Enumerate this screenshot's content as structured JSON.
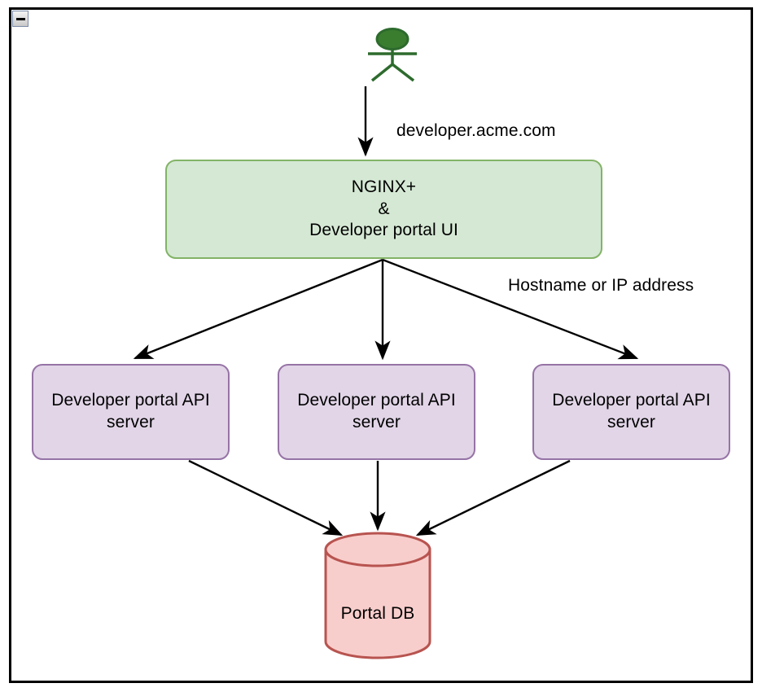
{
  "frame": {
    "collapse_button": "collapse-toggle",
    "collapse_glyph": "−"
  },
  "diagram": {
    "type": "architecture",
    "actor": {
      "name": "user-actor",
      "color": "#2d6b2d"
    },
    "nodes": [
      {
        "id": "nginx",
        "label": "NGINX+\n&\nDeveloper portal UI",
        "lines": [
          "NGINX+",
          "&",
          "Developer portal UI"
        ],
        "fill": "#d5e8d4",
        "stroke": "#82b366",
        "shape": "rounded-rect"
      },
      {
        "id": "api-1",
        "label": "Developer portal API server",
        "fill": "#e1d5e7",
        "stroke": "#9673a6",
        "shape": "rounded-rect"
      },
      {
        "id": "api-2",
        "label": "Developer portal API server",
        "fill": "#e1d5e7",
        "stroke": "#9673a6",
        "shape": "rounded-rect"
      },
      {
        "id": "api-3",
        "label": "Developer portal API server",
        "fill": "#e1d5e7",
        "stroke": "#9673a6",
        "shape": "rounded-rect"
      },
      {
        "id": "portal-db",
        "label": "Portal DB",
        "fill": "#f8cecc",
        "stroke": "#b85450",
        "shape": "cylinder"
      }
    ],
    "edge_labels": [
      {
        "id": "domain",
        "text": "developer.acme.com"
      },
      {
        "id": "hostname",
        "text": "Hostname or IP address"
      }
    ],
    "edges": [
      {
        "from": "actor",
        "to": "nginx",
        "label": "developer.acme.com"
      },
      {
        "from": "nginx",
        "to": "api-1",
        "label": "Hostname or IP address"
      },
      {
        "from": "nginx",
        "to": "api-2",
        "label": "Hostname or IP address"
      },
      {
        "from": "nginx",
        "to": "api-3",
        "label": "Hostname or IP address"
      },
      {
        "from": "api-1",
        "to": "portal-db",
        "label": ""
      },
      {
        "from": "api-2",
        "to": "portal-db",
        "label": ""
      },
      {
        "from": "api-3",
        "to": "portal-db",
        "label": ""
      }
    ]
  },
  "labels": {
    "nginx_line1": "NGINX+",
    "nginx_line2": "&",
    "nginx_line3": "Developer portal UI",
    "api_server": "Developer portal API server",
    "portal_db": "Portal DB",
    "domain": "developer.acme.com",
    "hostname": "Hostname or IP address"
  },
  "colors": {
    "green_fill": "#d5e8d4",
    "green_stroke": "#82b366",
    "purple_fill": "#e1d5e7",
    "purple_stroke": "#9673a6",
    "red_fill": "#f8cecc",
    "red_stroke": "#b85450",
    "actor_green": "#2d6b2d",
    "edge_black": "#000000"
  }
}
